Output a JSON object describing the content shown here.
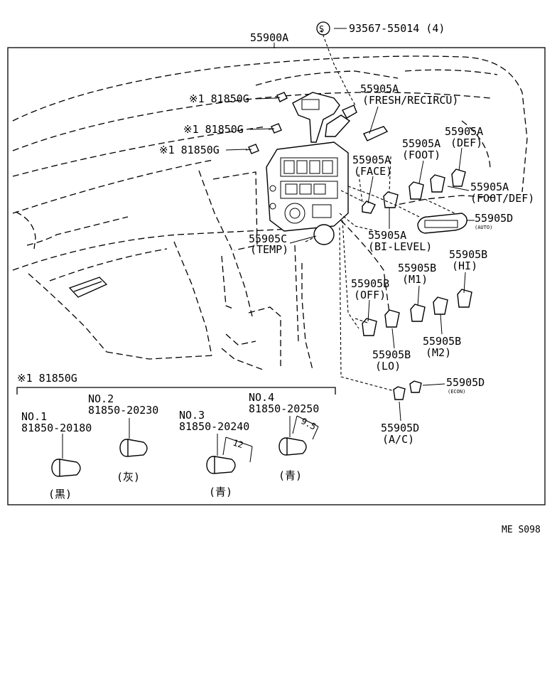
{
  "labels": {
    "screw_symbol": "S",
    "screw_part": "93567-55014 (4)",
    "assembly": "55900A",
    "bulb_ref_1": "※1 81850G",
    "bulb_ref_2": "※1 81850G",
    "bulb_ref_3": "※1 81850G",
    "knob_fresh": "55905A",
    "knob_fresh_desc": "(FRESH/RECIRCU)",
    "knob_def": "55905A",
    "knob_def_desc": "(DEF)",
    "knob_foot": "55905A",
    "knob_foot_desc": "(FOOT)",
    "knob_face": "55905A",
    "knob_face_desc": "(FACE)",
    "knob_footdef": "55905A",
    "knob_footdef_desc": "(FOOT/DEF)",
    "knob_auto": "55905D",
    "knob_auto_desc": "(AUTO)",
    "knob_temp": "55905C",
    "knob_temp_desc": "(TEMP)",
    "knob_bilevel": "55905A",
    "knob_bilevel_desc": "(BI-LEVEL)",
    "knob_hi": "55905B",
    "knob_hi_desc": "(HI)",
    "knob_m1": "55905B",
    "knob_m1_desc": "(M1)",
    "knob_off": "55905B",
    "knob_off_desc": "(OFF)",
    "knob_m2": "55905B",
    "knob_m2_desc": "(M2)",
    "knob_lo": "55905B",
    "knob_lo_desc": "(LO)",
    "knob_econ": "55905D",
    "knob_econ_desc": "(ECON)",
    "knob_ac": "55905D",
    "knob_ac_desc": "(A/C)",
    "bulb_section": "※1 81850G",
    "bulb_no1": "NO.1",
    "bulb_no1_part": "81850-20180",
    "bulb_no1_color": "(黒)",
    "bulb_no2": "NO.2",
    "bulb_no2_part": "81850-20230",
    "bulb_no2_color": "(灰)",
    "bulb_no3": "NO.3",
    "bulb_no3_part": "81850-20240",
    "bulb_no3_color": "(青)",
    "bulb_no4": "NO.4",
    "bulb_no4_part": "81850-20250",
    "bulb_no4_color": "(青)",
    "dim_12": "12",
    "dim_95": "9.5",
    "diagram_code": "ME S098"
  }
}
